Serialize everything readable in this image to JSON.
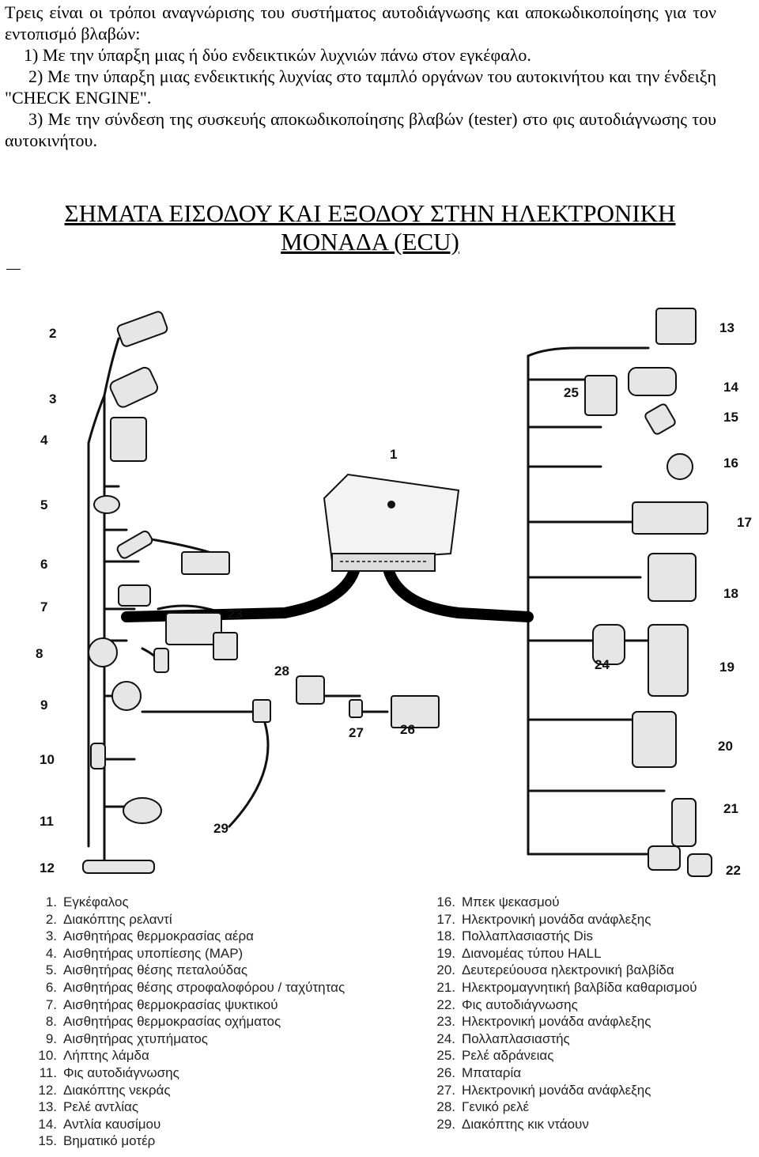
{
  "intro": {
    "line1": "Τρεις είναι οι τρόποι αναγνώρισης του συστήματος αυτοδιάγνωσης και αποκωδικοποίησης για τον εντοπισμό βλαβών:",
    "item1": "1)  Με την ύπαρξη μιας ή δύο ενδεικτικών λυχνιών πάνω στον εγκέφαλο.",
    "item2": "2)  Με την ύπαρξη μιας ενδεικτικής λυχνίας στο ταμπλό οργάνων του αυτοκινήτου και την ένδειξη \"CHECK ENGINE\".",
    "item3": "3)  Με την σύνδεση της συσκευής αποκωδικοποίησης βλαβών (tester) στο φις αυτοδιάγνωσης του αυτοκινήτου."
  },
  "heading": {
    "line1": "ΣΗΜΑΤΑ ΕΙΣΟΔΟΥ ΚΑΙ ΕΞΟΔΟΥ ΣΤΗΝ ΗΛΕΚΤΡΟΝΙΚΗ",
    "line2": "ΜΟΝΑΔΑ (ECU)"
  },
  "diagram_numbers": {
    "n1": "1",
    "n2": "2",
    "n3": "3",
    "n4": "4",
    "n5": "5",
    "n6": "6",
    "n7": "7",
    "n8": "8",
    "n9": "9",
    "n10": "10",
    "n11": "11",
    "n12": "12",
    "n13": "13",
    "n14": "14",
    "n15": "15",
    "n16": "16",
    "n17": "17",
    "n18": "18",
    "n19": "19",
    "n20": "20",
    "n21": "21",
    "n22": "22",
    "n23": "23",
    "n24": "24",
    "n25": "25",
    "n26": "26",
    "n27": "27",
    "n28": "28",
    "n29": "29"
  },
  "legend_left": [
    {
      "num": "1.",
      "label": "Εγκέφαλος"
    },
    {
      "num": "2.",
      "label": "Διακόπτης ρελαντί"
    },
    {
      "num": "3.",
      "label": "Αισθητήρας θερμοκρασίας αέρα"
    },
    {
      "num": "4.",
      "label": "Αισθητήρας υποπίεσης (MAP)"
    },
    {
      "num": "5.",
      "label": "Αισθητήρας θέσης πεταλούδας"
    },
    {
      "num": "6.",
      "label": "Αισθητήρας θέσης στροφαλοφόρου / ταχύτητας"
    },
    {
      "num": "7.",
      "label": "Αισθητήρας θερμοκρασίας ψυκτικού"
    },
    {
      "num": "8.",
      "label": "Αισθητήρας θερμοκρασίας οχήματος"
    },
    {
      "num": "9.",
      "label": "Αισθητήρας χτυπήματος"
    },
    {
      "num": "10.",
      "label": "Λήπτης λάμδα"
    },
    {
      "num": "11.",
      "label": "Φις αυτοδιάγνωσης"
    },
    {
      "num": "12.",
      "label": "Διακόπτης νεκράς"
    },
    {
      "num": "13.",
      "label": "Ρελέ αντλίας"
    },
    {
      "num": "14.",
      "label": "Αντλία καυσίμου"
    },
    {
      "num": "15.",
      "label": "Βηματικό μοτέρ"
    }
  ],
  "legend_right": [
    {
      "num": "16.",
      "label": "Μπεκ ψεκασμού"
    },
    {
      "num": "17.",
      "label": "Ηλεκτρονική μονάδα ανάφλεξης"
    },
    {
      "num": "18.",
      "label": "Πολλαπλασιαστής Dis"
    },
    {
      "num": "19.",
      "label": "Διανομέας τύπου HALL"
    },
    {
      "num": "20.",
      "label": "Δευτερεύουσα ηλεκτρονική βαλβίδα"
    },
    {
      "num": "21.",
      "label": "Ηλεκτρομαγνητική βαλβίδα καθαρισμού"
    },
    {
      "num": "22.",
      "label": "Φις αυτοδιάγνωσης"
    },
    {
      "num": "23.",
      "label": "Ηλεκτρονική μονάδα ανάφλεξης"
    },
    {
      "num": "24.",
      "label": "Πολλαπλασιαστής"
    },
    {
      "num": "25.",
      "label": "Ρελέ αδράνειας"
    },
    {
      "num": "26.",
      "label": "Μπαταρία"
    },
    {
      "num": "27.",
      "label": "Ηλεκτρονική μονάδα ανάφλεξης"
    },
    {
      "num": "28.",
      "label": "Γενικό ρελέ"
    },
    {
      "num": "29.",
      "label": "Διακόπτης κικ ντάουν"
    }
  ]
}
